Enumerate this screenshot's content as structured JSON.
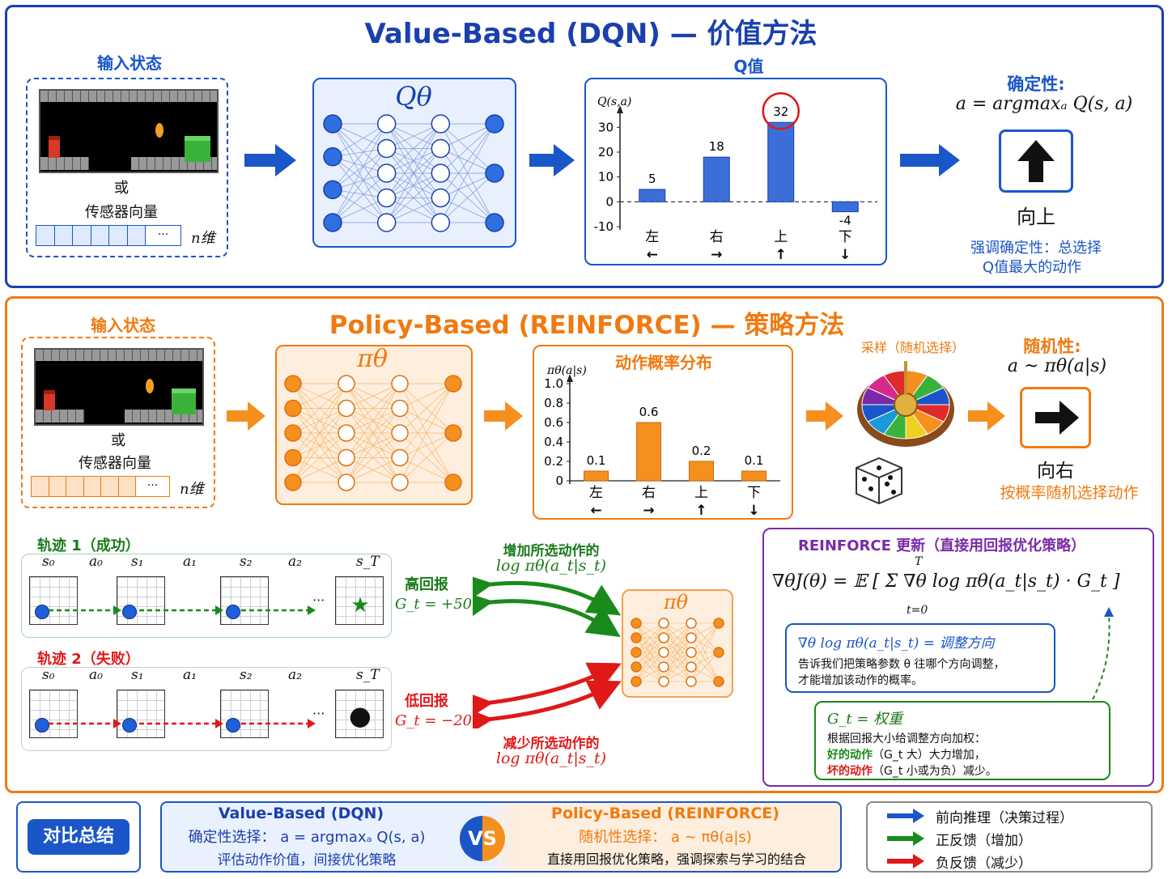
{
  "value": {
    "title": "Value-Based (DQN) — 价值方法",
    "input_label": "输入状态",
    "or": "或",
    "sensor": "传感器向量",
    "ellipsis": "···",
    "n_dim": "n维",
    "net_label": "Qθ",
    "q_title": "Q值",
    "certainty_label": "确定性:",
    "formula": "a = argmaxₐ Q(s, a)",
    "action_result": "向上",
    "note_line1": "强调确定性：总选择",
    "note_line2": "Q值最大的动作"
  },
  "q_chart": {
    "type": "bar",
    "ylabel": "Q(s,a)",
    "categories": [
      "左",
      "右",
      "上",
      "下"
    ],
    "arrows": [
      "←",
      "→",
      "↑",
      "↓"
    ],
    "values": [
      5,
      18,
      32,
      -4
    ],
    "value_labels": [
      "5",
      "18",
      "32",
      "-4"
    ],
    "yticks": [
      "30",
      "20",
      "10",
      "0",
      "-10"
    ],
    "ylim": [
      -10,
      35
    ],
    "highlight_index": 2,
    "color": "#3a6fd8"
  },
  "policy": {
    "title": "Policy-Based (REINFORCE) — 策略方法",
    "input_label": "输入状态",
    "or": "或",
    "sensor": "传感器向量",
    "ellipsis": "···",
    "n_dim": "n维",
    "net_label": "πθ",
    "sampling_label": "采样（随机选择）",
    "random_label": "随机性:",
    "formula": "a ~ πθ(a|s)",
    "action_result": "向右",
    "note": "按概率随机选择动作"
  },
  "p_chart": {
    "type": "bar",
    "title": "动作概率分布",
    "ylabel": "πθ(a|s)",
    "categories": [
      "左",
      "右",
      "上",
      "下"
    ],
    "arrows": [
      "←",
      "→",
      "↑",
      "↓"
    ],
    "values": [
      0.1,
      0.6,
      0.2,
      0.1
    ],
    "value_labels": [
      "0.1",
      "0.6",
      "0.2",
      "0.1"
    ],
    "yticks": [
      "1.0",
      "0.8",
      "0.6",
      "0.4",
      "0.2",
      "0"
    ],
    "ylim": [
      0,
      1.0
    ],
    "color": "#f5901e"
  },
  "traj": {
    "t1_label": "轨迹 1（成功）",
    "t2_label": "轨迹 2（失败）",
    "states": [
      "s₀",
      "a₀",
      "s₁",
      "a₁",
      "s₂",
      "a₂",
      "s_T"
    ],
    "dots": "···",
    "high_label": "高回报",
    "high_value": "G_t = +50",
    "low_label": "低回报",
    "low_value": "G_t = −20",
    "inc_line1": "增加所选动作的",
    "inc_line2": "log πθ(a_t|s_t)",
    "dec_line1": "减少所选动作的",
    "dec_line2": "log πθ(a_t|s_t)",
    "net_label": "πθ"
  },
  "reinforce": {
    "title": "REINFORCE 更新（直接用回报优化策略）",
    "formula": "∇θJ(θ) = 𝔼 [ Σ ∇θ log πθ(a_t|s_t) · G_t ]",
    "sum_top": "T",
    "sum_bottom": "t=0",
    "grad_title": "∇θ log πθ(a_t|s_t) = 调整方向",
    "grad_line1": "告诉我们把策略参数 θ 往哪个方向调整，",
    "grad_line2": "才能增加该动作的概率。",
    "g_title": "G_t = 权重",
    "g_line1": "根据回报大小给调整方向加权：",
    "g_good": "好的动作",
    "g_good_rest": "（G_t 大）大力增加，",
    "g_bad": "坏的动作",
    "g_bad_rest": "（G_t 小或为负）减少。"
  },
  "summary": {
    "label": "对比总结",
    "vb_title": "Value-Based (DQN)",
    "vb_line1": "确定性选择： a = argmaxₐ Q(s, a)",
    "vb_line2": "评估动作价值，间接优化策略",
    "vs": "VS",
    "pb_title": "Policy-Based (REINFORCE)",
    "pb_line1": "随机性选择： a ~ πθ(a|s)",
    "pb_line2": "直接用回报优化策略，强调探索与学习的结合"
  },
  "legend": [
    {
      "label": "前向推理（决策过程）",
      "color": "#1a56c8"
    },
    {
      "label": "正反馈（增加）",
      "color": "#1a8a1a"
    },
    {
      "label": "负反馈（减少）",
      "color": "#e01818"
    }
  ]
}
